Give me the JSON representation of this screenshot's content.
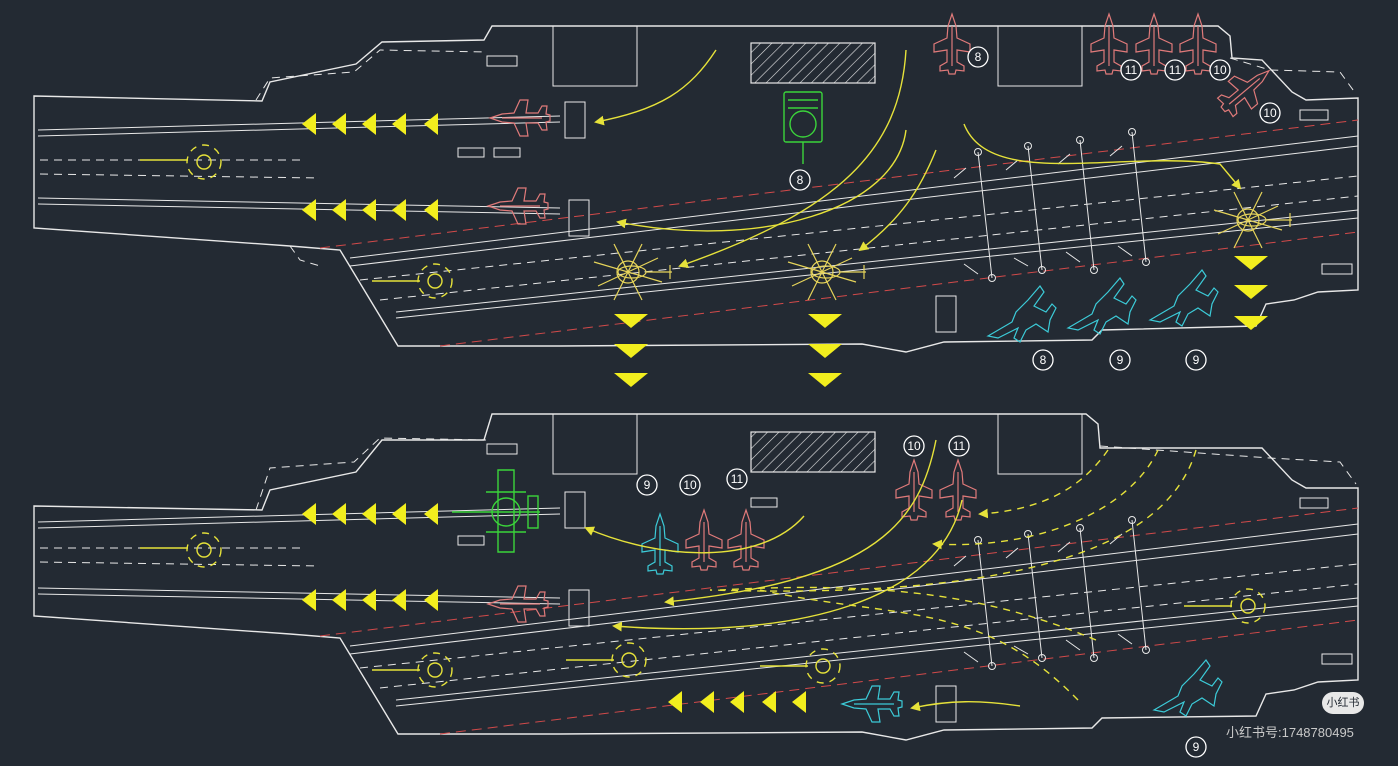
{
  "diagram": {
    "background": "#232a33",
    "colors": {
      "hull": "#e8e8e8",
      "path": "#e6e23a",
      "aircraft_a": "#e07a7a",
      "aircraft_b": "#3ccbd8",
      "aircraft_c": "#3bd43b",
      "helicopter": "#e6d45a",
      "centerline": "#d24a4a"
    },
    "top_panel": {
      "badges": [
        "8",
        "11",
        "11",
        "10",
        "10",
        "8",
        "8",
        "9",
        "9"
      ]
    },
    "bottom_panel": {
      "badges": [
        "9",
        "10",
        "11",
        "10",
        "11",
        "9"
      ]
    }
  },
  "watermark": {
    "text": "小红书号:1748780495",
    "logo_text": "小红书"
  }
}
